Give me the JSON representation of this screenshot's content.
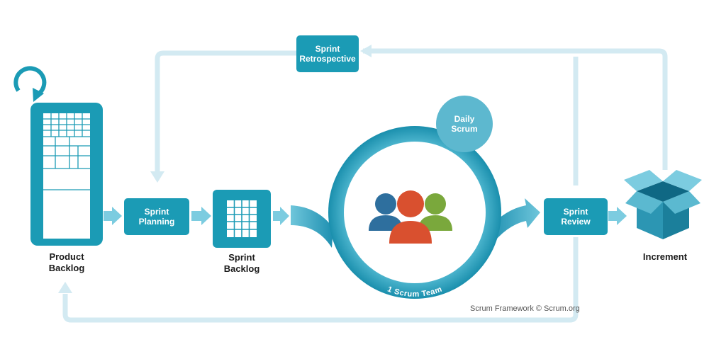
{
  "nodes": {
    "product_backlog": {
      "line1": "Product",
      "line2": "Backlog"
    },
    "sprint_planning": {
      "line1": "Sprint",
      "line2": "Planning"
    },
    "sprint_backlog": {
      "line1": "Sprint",
      "line2": "Backlog"
    },
    "daily_scrum": {
      "line1": "Daily",
      "line2": "Scrum"
    },
    "scrum_team": {
      "label": "1 Scrum Team"
    },
    "sprint_review": {
      "line1": "Sprint",
      "line2": "Review"
    },
    "sprint_retrospective": {
      "line1": "Sprint",
      "line2": "Retrospective"
    },
    "increment": {
      "label": "Increment"
    }
  },
  "credit": "Scrum Framework © Scrum.org",
  "colors": {
    "primary": "#1b9bb5",
    "primary_dark": "#127e96",
    "light_path": "#d3eaf2",
    "team_blue": "#2e6f9e",
    "team_orange": "#d9502f",
    "team_green": "#7aa83c",
    "box_light": "#7ccce0"
  },
  "icons": [
    "refresh-icon",
    "team-icon",
    "open-box-icon",
    "grid-icon"
  ]
}
